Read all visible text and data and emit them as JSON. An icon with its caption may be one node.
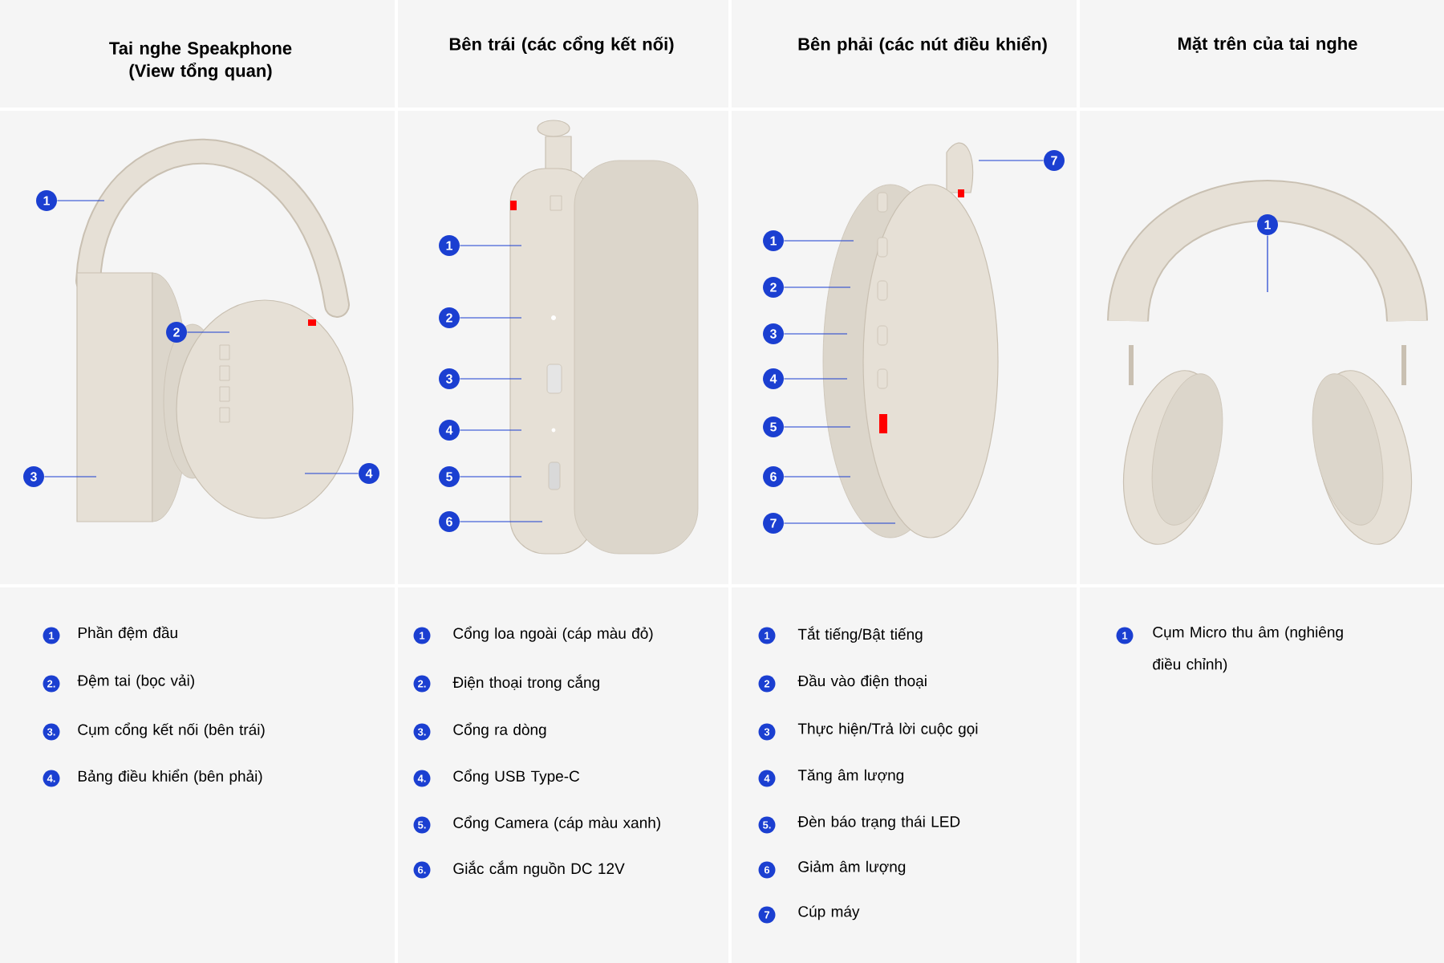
{
  "diagram": {
    "nodes": [
      {
        "text": [
          "1"
        ]
      },
      {
        "text": [
          "2"
        ]
      },
      {
        "text": [
          "3"
        ]
      },
      {
        "text": [
          "4"
        ]
      },
      {
        "text": [
          "1"
        ]
      },
      {
        "text": [
          "2"
        ]
      },
      {
        "text": [
          "3"
        ]
      },
      {
        "text": [
          "4"
        ]
      },
      {
        "text": [
          "5"
        ]
      },
      {
        "text": [
          "6"
        ]
      },
      {
        "text": [
          "7"
        ]
      },
      {
        "text": [
          "1"
        ]
      },
      {
        "text": [
          "2"
        ]
      },
      {
        "text": [
          "3"
        ]
      },
      {
        "text": [
          "4"
        ]
      },
      {
        "text": [
          "5"
        ]
      },
      {
        "text": [
          "6"
        ]
      },
      {
        "text": [
          "7"
        ]
      },
      {
        "text": [
          "1"
        ]
      },
      {
        "text": [
          "1"
        ],
        "beside": [
          "Phần đệm đầu"
        ]
      },
      {
        "text": [
          "2."
        ],
        "beside": [
          "Đệm tai (bọc vải)"
        ]
      },
      {
        "text": [
          "3."
        ],
        "beside": [
          "Cụm cổng kết nối (bên trái)"
        ]
      },
      {
        "text": [
          "4."
        ],
        "beside": [
          "Bảng điều khiển (bên phải)"
        ]
      },
      {
        "text": [
          "1"
        ],
        "beside": [
          "Cổng loa ngoài (cáp màu đỏ)"
        ]
      },
      {
        "text": [
          "2."
        ],
        "beside": [
          "Điện thoại trong cắng"
        ]
      },
      {
        "text": [
          "3."
        ],
        "beside": [
          "Cổng ra dòng"
        ]
      },
      {
        "text": [
          "4."
        ],
        "beside": [
          "Cổng USB Type-C"
        ]
      },
      {
        "text": [
          "5."
        ],
        "beside": [
          "Cổng Camera (cáp màu xanh)"
        ]
      },
      {
        "text": [
          "6."
        ],
        "beside": [
          "Giắc cắm nguồn DC 12V"
        ]
      },
      {
        "text": [
          "1"
        ],
        "beside": [
          "Tắt tiếng/Bật tiếng"
        ]
      },
      {
        "text": [
          "2"
        ],
        "beside": [
          "Đầu vào điện thoại"
        ]
      },
      {
        "text": [
          "3"
        ],
        "beside": [
          "Thực hiện/Trả lời cuộc gọi"
        ]
      },
      {
        "text": [
          "4"
        ],
        "beside": [
          "Tăng âm lượng"
        ]
      },
      {
        "text": [
          "5."
        ],
        "beside": [
          "Đèn báo trạng thái LED"
        ]
      },
      {
        "text": [
          "6"
        ],
        "beside": [
          "Giảm âm lượng"
        ]
      },
      {
        "text": [
          "7"
        ],
        "beside": [
          "Cúp máy"
        ]
      },
      {
        "text": [
          "1"
        ],
        "beside": [
          "Cụm Micro thu âm (nghiêng điều chỉnh)"
        ]
      }
    ],
    "edges": [
      {
        "from": 0,
        "to": null,
        "arrow": "none"
      },
      {
        "from": 1,
        "to": null,
        "arrow": "none"
      },
      {
        "from": 2,
        "to": null,
        "arrow": "none"
      },
      {
        "from": 3,
        "to": null,
        "arrow": "none"
      },
      {
        "from": 4,
        "to": null,
        "arrow": "none"
      },
      {
        "from": 5,
        "to": null,
        "arrow": "none"
      },
      {
        "from": 6,
        "to": null,
        "arrow": "none"
      },
      {
        "from": 7,
        "to": null,
        "arrow": "none"
      },
      {
        "from": 8,
        "to": null,
        "arrow": "none"
      },
      {
        "from": 9,
        "to": null,
        "arrow": "none"
      },
      {
        "from": 10,
        "to": null,
        "arrow": "none"
      },
      {
        "from": 11,
        "to": null,
        "arrow": "none"
      },
      {
        "from": 12,
        "to": null,
        "arrow": "none"
      },
      {
        "from": 13,
        "to": null,
        "arrow": "none"
      },
      {
        "from": 14,
        "to": null,
        "arrow": "none"
      },
      {
        "from": 15,
        "to": null,
        "arrow": "none"
      },
      {
        "from": 16,
        "to": null,
        "arrow": "none"
      },
      {
        "from": 17,
        "to": null,
        "arrow": "none"
      },
      {
        "from": 18,
        "to": null,
        "arrow": "none"
      }
    ],
    "labels": [
      "Tai nghe Speakphone (View tổng quan)",
      "Bên trái (các cổng kết nối)",
      "Bên phải (các nút điều khiển)",
      "Mặt trên của tai nghe"
    ]
  }
}
